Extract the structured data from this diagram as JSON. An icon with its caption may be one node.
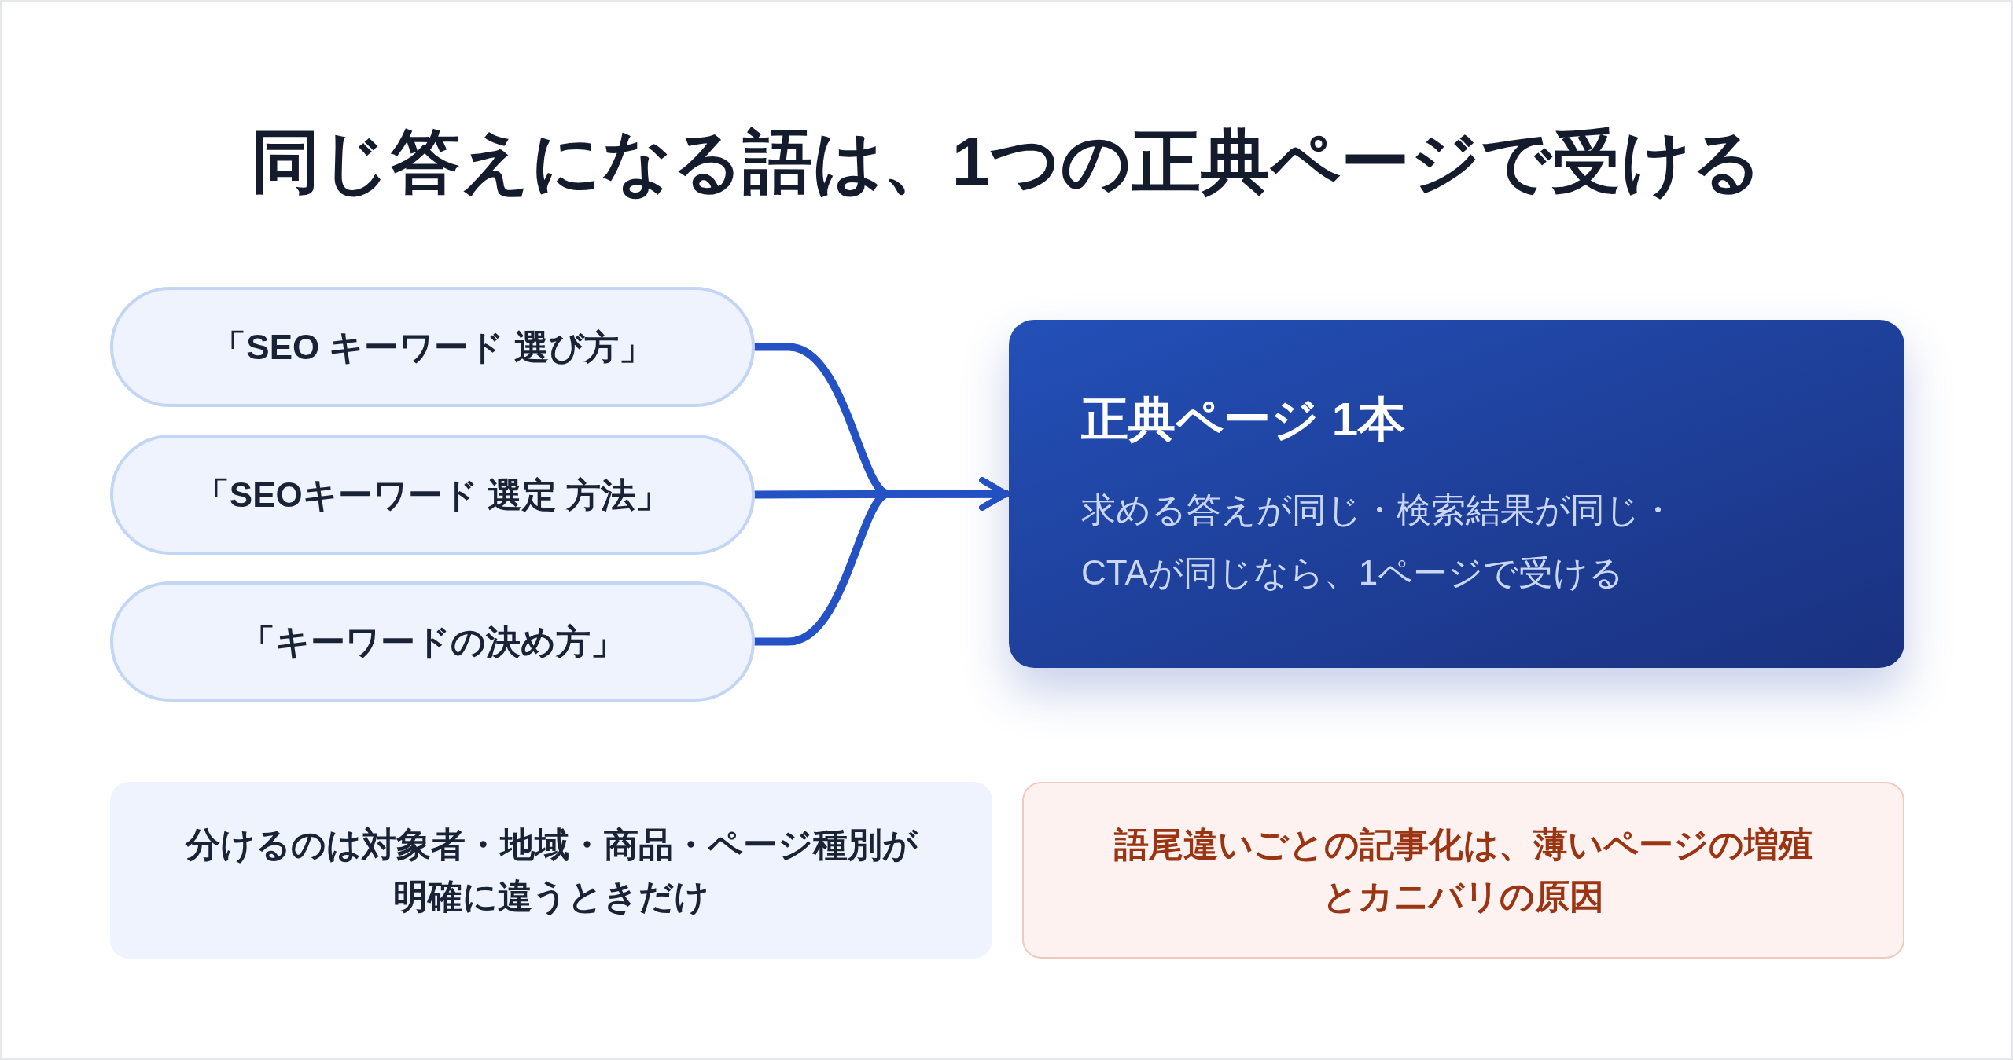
{
  "diagram": {
    "title": "同じ答えになる語は、1つの正典ページで受ける",
    "nodes": [
      {
        "text": [
          "「SEO キーワード 選び方」"
        ]
      },
      {
        "text": [
          "「SEOキーワード 選定 方法」"
        ]
      },
      {
        "text": [
          "「キーワードの決め方」"
        ]
      },
      {
        "text": [
          "正典ページ 1本",
          "求める答えが同じ・検索結果が同じ・CTAが同じなら、1ページで受ける"
        ]
      },
      {
        "text": [
          "分けるのは**対象者・地域・商品・ページ種別**が明確に違うときだけ"
        ]
      },
      {
        "text": [
          "語尾違いごとの記事化は、薄いページの増殖とカニバリの原因"
        ]
      }
    ],
    "edges": [
      {
        "from": 0,
        "to": 3,
        "arrow": "to"
      },
      {
        "from": 1,
        "to": 3,
        "arrow": "to"
      },
      {
        "from": 2,
        "to": 3,
        "arrow": "to"
      }
    ]
  }
}
